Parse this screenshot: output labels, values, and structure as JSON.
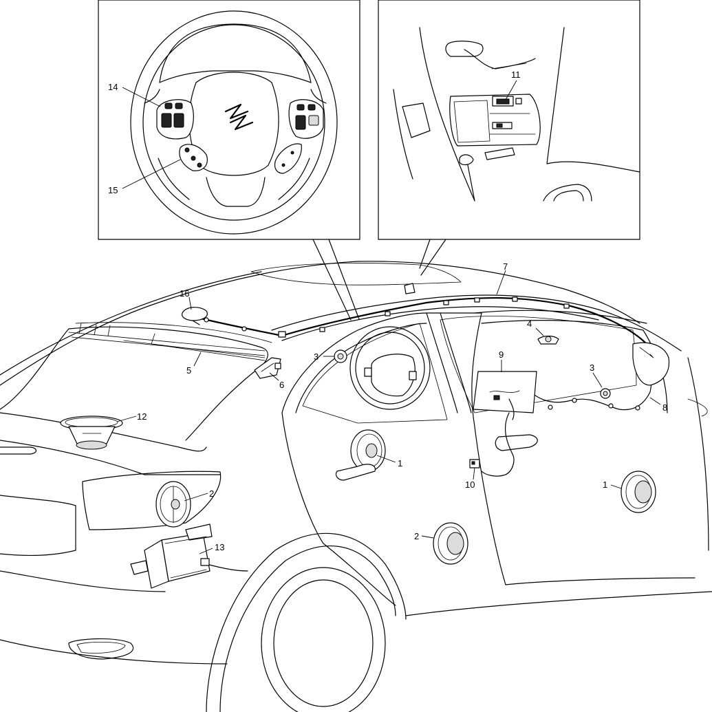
{
  "callouts": {
    "c1a": "1",
    "c1b": "1",
    "c2a": "2",
    "c2b": "2",
    "c3a": "3",
    "c3b": "3",
    "c4": "4",
    "c5": "5",
    "c6": "6",
    "c7": "7",
    "c8": "8",
    "c9": "9",
    "c10": "10",
    "c11": "11",
    "c12": "12",
    "c13": "13",
    "c14": "14",
    "c15": "15",
    "c16": "16"
  },
  "icons": {
    "logo": "suzuki-logo-icon"
  }
}
